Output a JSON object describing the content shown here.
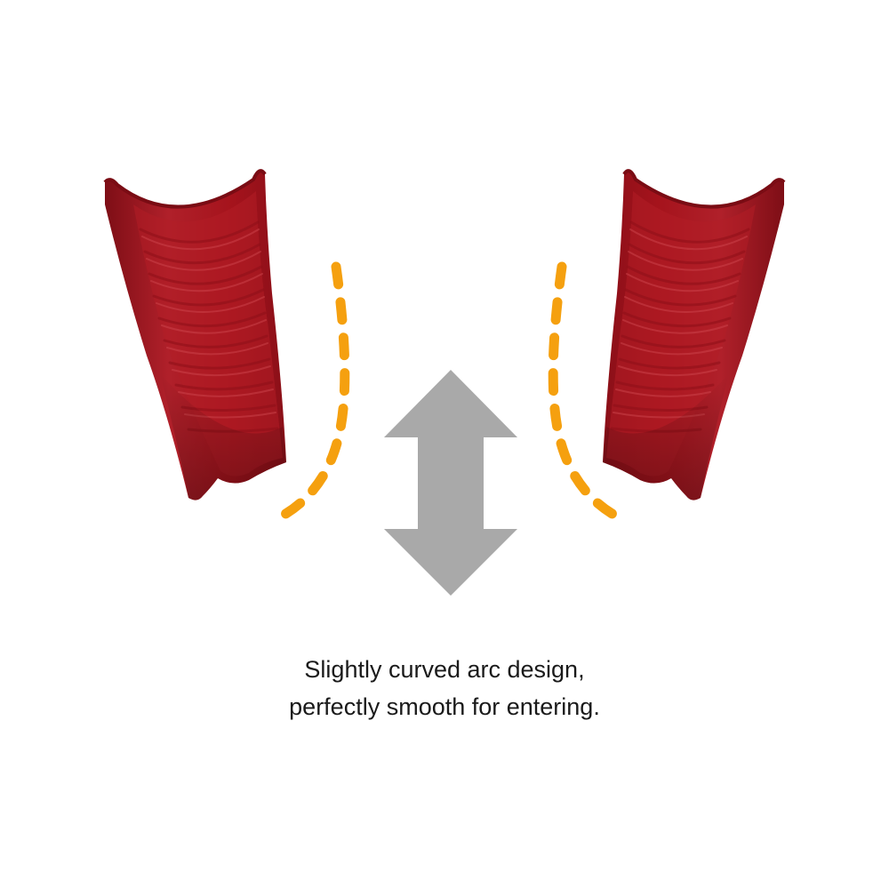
{
  "caption": {
    "line1": "Slightly curved arc design,",
    "line2": "perfectly smooth for entering."
  },
  "colors": {
    "piece": "#a5131c",
    "piece_dark": "#6e0b12",
    "piece_light": "#c0323a",
    "arc": "#f5a00f",
    "arrow": "#a9a9a9",
    "text": "#1a1a1a"
  },
  "icons": {
    "left_piece": "curved-red-piece",
    "right_piece": "curved-red-piece",
    "left_arc": "dashed-arc",
    "right_arc": "dashed-arc",
    "arrow": "double-vertical-arrow"
  }
}
